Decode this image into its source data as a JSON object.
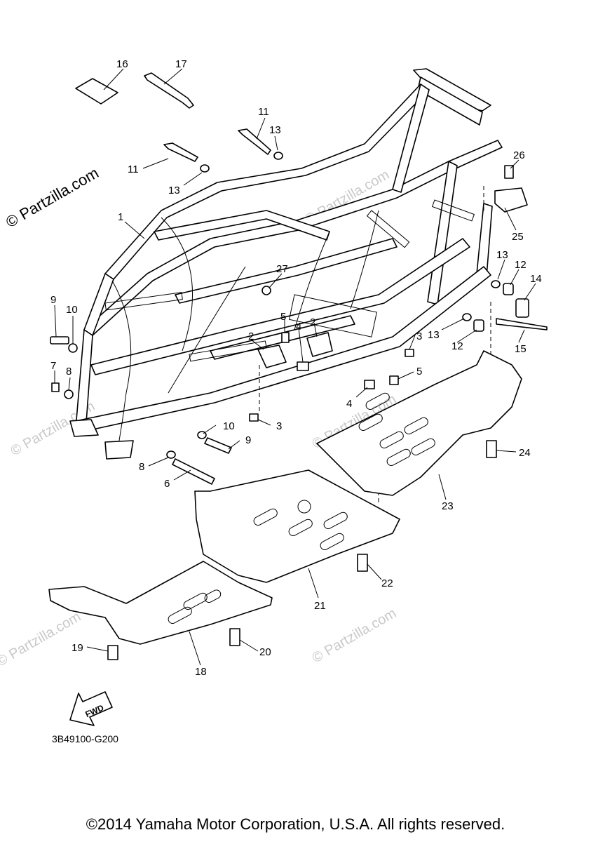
{
  "watermark": "© Partzilla.com",
  "diagram_code": "3B49100-G200",
  "copyright": "©2014 Yamaha Motor Corporation, U.S.A. All rights reserved.",
  "fwd_label": "FWD",
  "callouts": {
    "c1": "1",
    "c2a": "2",
    "c2b": "2",
    "c3a": "3",
    "c3b": "3",
    "c4a": "4",
    "c4b": "4",
    "c5a": "5",
    "c5b": "5",
    "c6": "6",
    "c7": "7",
    "c8a": "8",
    "c8b": "8",
    "c9a": "9",
    "c9b": "9",
    "c10a": "10",
    "c10b": "10",
    "c11a": "11",
    "c11b": "11",
    "c12a": "12",
    "c12b": "12",
    "c13a": "13",
    "c13b": "13",
    "c13c": "13",
    "c13d": "13",
    "c14": "14",
    "c15": "15",
    "c16": "16",
    "c17": "17",
    "c18": "18",
    "c19": "19",
    "c20": "20",
    "c21": "21",
    "c22": "22",
    "c23": "23",
    "c24": "24",
    "c25": "25",
    "c26": "26",
    "c27": "27"
  }
}
